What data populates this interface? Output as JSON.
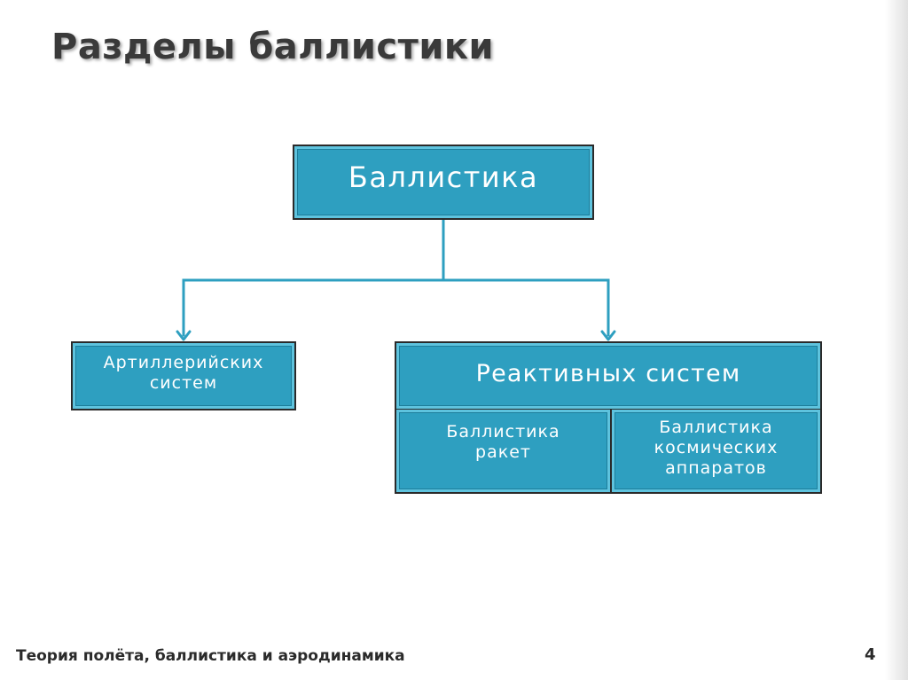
{
  "slide": {
    "title": "Разделы баллистики",
    "footer": "Теория полёта, баллистика и аэродинамика",
    "page_number": "4"
  },
  "diagram": {
    "root": "Баллистика",
    "artillery": "Артиллерийских систем",
    "reactive": "Реактивных систем",
    "rockets": "Баллистика ракет",
    "spacecraft": "Баллистика космических аппаратов"
  },
  "colors": {
    "box_fill": "#2e9fc0",
    "box_border": "#2a2a2a",
    "connector": "#2e9fc0",
    "title_text": "#3a3a3a"
  }
}
